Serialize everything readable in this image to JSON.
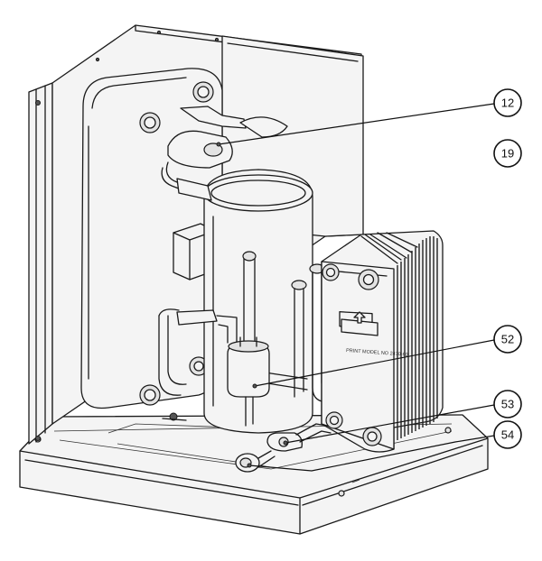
{
  "callouts": [
    {
      "label": "12"
    },
    {
      "label": "19"
    },
    {
      "label": "52"
    },
    {
      "label": "53"
    },
    {
      "label": "54"
    }
  ],
  "exchanger_plate": {
    "label": "PRINT MODEL NO 2470-60"
  }
}
